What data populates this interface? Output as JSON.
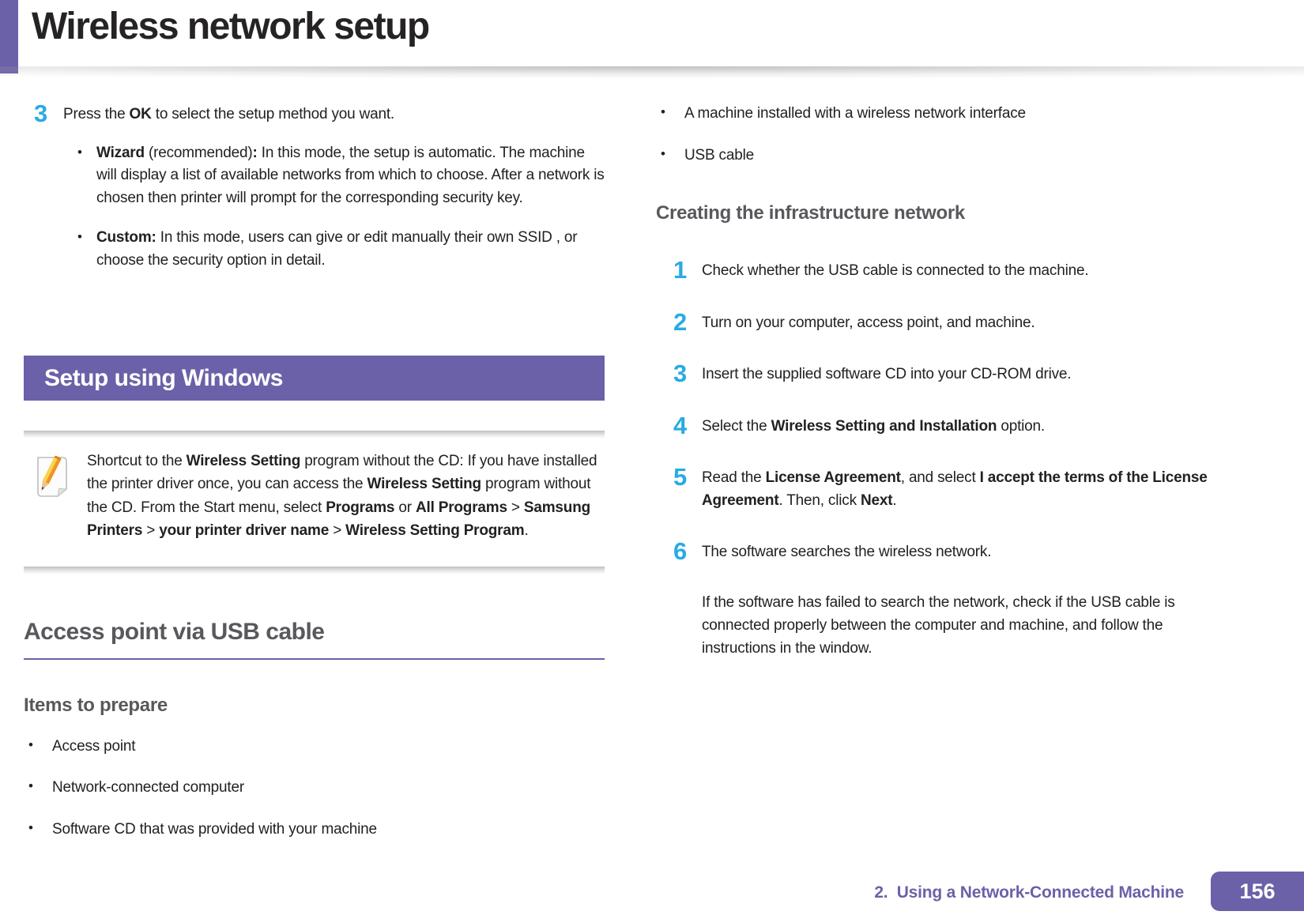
{
  "page": {
    "title": "Wireless network setup",
    "footer": {
      "chapter": "2.  Using a Network-Connected Machine",
      "page_number": "156"
    }
  },
  "colors": {
    "accent_purple": "#6B61A8",
    "step_number_cyan": "#29ABE2",
    "heading_gray": "#59585C",
    "body_text": "#232021"
  },
  "icons": {
    "note": "pencil-note-icon"
  },
  "left": {
    "step3": {
      "number": "3",
      "segments": [
        {
          "t": "Press the "
        },
        {
          "b": true,
          "t": "OK"
        },
        {
          "t": " to select the setup method you want."
        }
      ]
    },
    "wizard": {
      "segments": [
        {
          "b": true,
          "t": "Wizard"
        },
        {
          "t": " (recommended)"
        },
        {
          "b": true,
          "t": ":"
        },
        {
          "t": " In this mode, the setup is automatic. The machine will display a list of available networks from which to choose. After a network is chosen then printer will prompt for the corresponding security key."
        }
      ]
    },
    "custom": {
      "segments": [
        {
          "b": true,
          "t": "Custom:"
        },
        {
          "t": " In this mode, users can give or edit manually their own SSID , or choose the security option in detail."
        }
      ]
    },
    "banner": "Setup using Windows",
    "note": {
      "segments": [
        {
          "t": "Shortcut to the "
        },
        {
          "b": true,
          "t": "Wireless Setting"
        },
        {
          "t": " program without the CD: If you have installed the printer driver once, you can access the "
        },
        {
          "b": true,
          "t": "Wireless Setting"
        },
        {
          "t": " program without the CD. From the Start menu, select "
        },
        {
          "b": true,
          "t": "Programs"
        },
        {
          "t": " or "
        },
        {
          "b": true,
          "t": "All Programs"
        },
        {
          "t": " > "
        },
        {
          "b": true,
          "t": "Samsung Printers"
        },
        {
          "t": " > "
        },
        {
          "b": true,
          "t": "your printer driver name"
        },
        {
          "t": " > "
        },
        {
          "b": true,
          "t": "Wireless Setting Program"
        },
        {
          "t": "."
        }
      ]
    },
    "section_heading": "Access point via USB cable",
    "items_heading": "Items to prepare",
    "items": [
      "Access point",
      "Network-connected computer",
      "Software CD that was provided with your machine"
    ]
  },
  "right": {
    "items": [
      "A machine installed with a wireless network interface",
      "USB cable"
    ],
    "heading": "Creating the infrastructure network",
    "steps": [
      {
        "number": "1",
        "segments": [
          {
            "t": "Check whether the USB cable is connected to the machine."
          }
        ]
      },
      {
        "number": "2",
        "segments": [
          {
            "t": "Turn on your computer, access point, and machine."
          }
        ]
      },
      {
        "number": "3",
        "segments": [
          {
            "t": "Insert the supplied software CD into your CD-ROM drive."
          }
        ]
      },
      {
        "number": "4",
        "segments": [
          {
            "t": "Select the "
          },
          {
            "b": true,
            "t": "Wireless Setting and Installation"
          },
          {
            "t": " option."
          }
        ]
      },
      {
        "number": "5",
        "segments": [
          {
            "t": "Read the "
          },
          {
            "b": true,
            "t": "License Agreement"
          },
          {
            "t": ", and select "
          },
          {
            "b": true,
            "t": "I accept the terms of the License Agreement"
          },
          {
            "t": ". Then, click "
          },
          {
            "b": true,
            "t": "Next"
          },
          {
            "t": "."
          }
        ]
      },
      {
        "number": "6",
        "segments": [
          {
            "t": "The software searches the wireless network."
          }
        ],
        "extra": "If the software has failed to search the network, check if the USB cable is connected properly between the computer and machine, and follow the instructions in the window."
      }
    ]
  }
}
